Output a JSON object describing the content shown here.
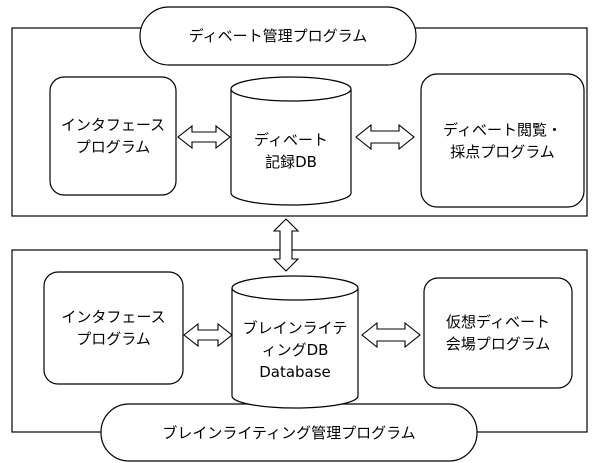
{
  "top_system": {
    "title": "ディベート管理プログラム",
    "interface": [
      "インタフェース",
      "プログラム"
    ],
    "database": [
      "ディベート",
      "記録DB"
    ],
    "viewer": [
      "ディベート閲覧・",
      "採点プログラム"
    ]
  },
  "bottom_system": {
    "title": "ブレインライティング管理プログラム",
    "interface": [
      "インタフェース",
      "プログラム"
    ],
    "database": [
      "ブレインライテ",
      "ィングDB",
      "Database"
    ],
    "venue": [
      "仮想ディベート",
      "会場プログラム"
    ]
  }
}
